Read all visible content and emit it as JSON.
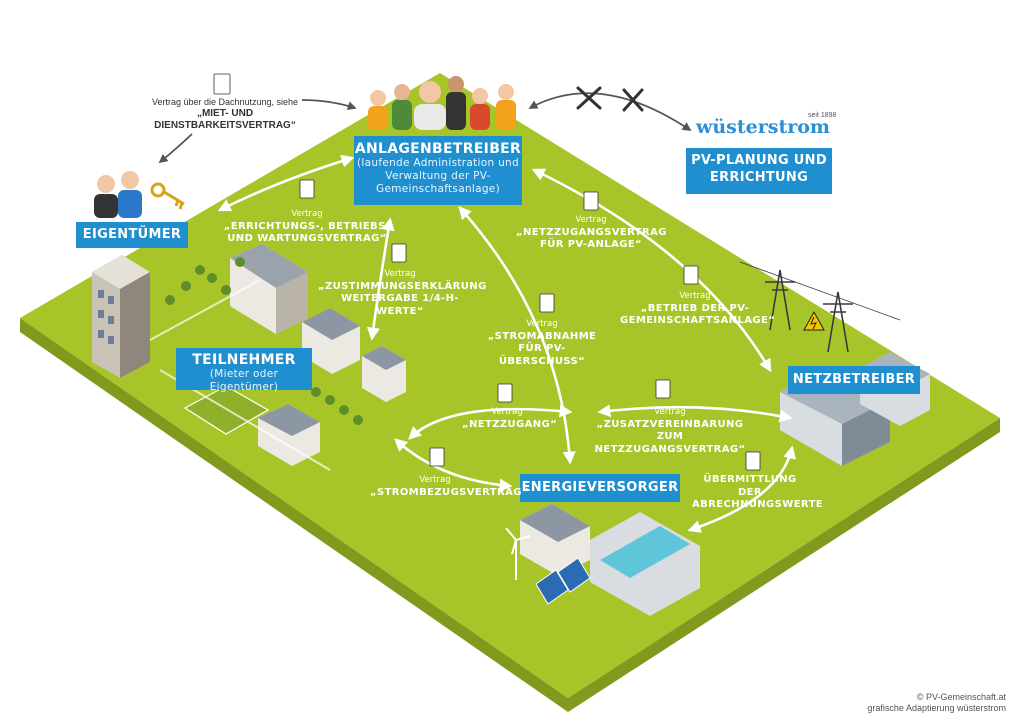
{
  "colors": {
    "platform": "#a7c529",
    "platform_side": "#7f9a1c",
    "box": "#1f8fd0",
    "arrow": "#ffffff",
    "dark_arrow": "#555555"
  },
  "roles": {
    "anlagenbetreiber": {
      "title": "ANLAGENBETREIBER",
      "sub": "(laufende Administration und Verwaltung der PV-Gemeinschaftsanlage)"
    },
    "eigentuemer": {
      "title": "EIGENTÜMER"
    },
    "teilnehmer": {
      "title": "TEILNEHMER",
      "sub": "(Mieter oder Eigentümer)"
    },
    "energieversorger": {
      "title": "ENERGIEVERSORGER"
    },
    "netzbetreiber": {
      "title": "NETZBETREIBER"
    },
    "planung": {
      "title": "PV-PLANUNG UND ERRICHTUNG"
    }
  },
  "brand": {
    "name": "wüsterstrom",
    "since": "seit 1898"
  },
  "dach": {
    "intro": "Vertrag über die Dachnutzung, siehe",
    "title": "„MIET- UND DIENSTBARKEITSVERTRAG“"
  },
  "contract_tag": "Vertrag",
  "contracts": [
    {
      "id": "errichtung",
      "text": "„ERRICHTUNGS-, BETRIEBS- UND WARTUNGSVERTRAG“"
    },
    {
      "id": "zustimmung",
      "text": "„ZUSTIMMUNGSERKLÄRUNG WEITERGABE 1/4-H-WERTE“"
    },
    {
      "id": "netzzugang_pv",
      "text": "„NETZZUGANGSVERTRAG FÜR PV-ANLAGE“"
    },
    {
      "id": "betrieb",
      "text": "„BETRIEB DER PV-GEMEINSCHAFTSANLAGE“"
    },
    {
      "id": "stromabnahme",
      "text": "„STROMABNAHME FÜR PV-ÜBERSCHUSS“"
    },
    {
      "id": "netzzugang",
      "text": "„NETZZUGANG“"
    },
    {
      "id": "zusatz",
      "text": "„ZUSATZVEREINBARUNG ZUM NETZZUGANGSVERTRAG“"
    },
    {
      "id": "strombezug",
      "text": "„STROMBEZUGSVERTRAG“"
    }
  ],
  "abrechnung": "ÜBERMITTLUNG DER ABRECHNUNGSWERTE",
  "credit": {
    "line1": "© PV-Gemeinschaft.at",
    "line2": "grafische Adaptierung wüsterstrom"
  }
}
